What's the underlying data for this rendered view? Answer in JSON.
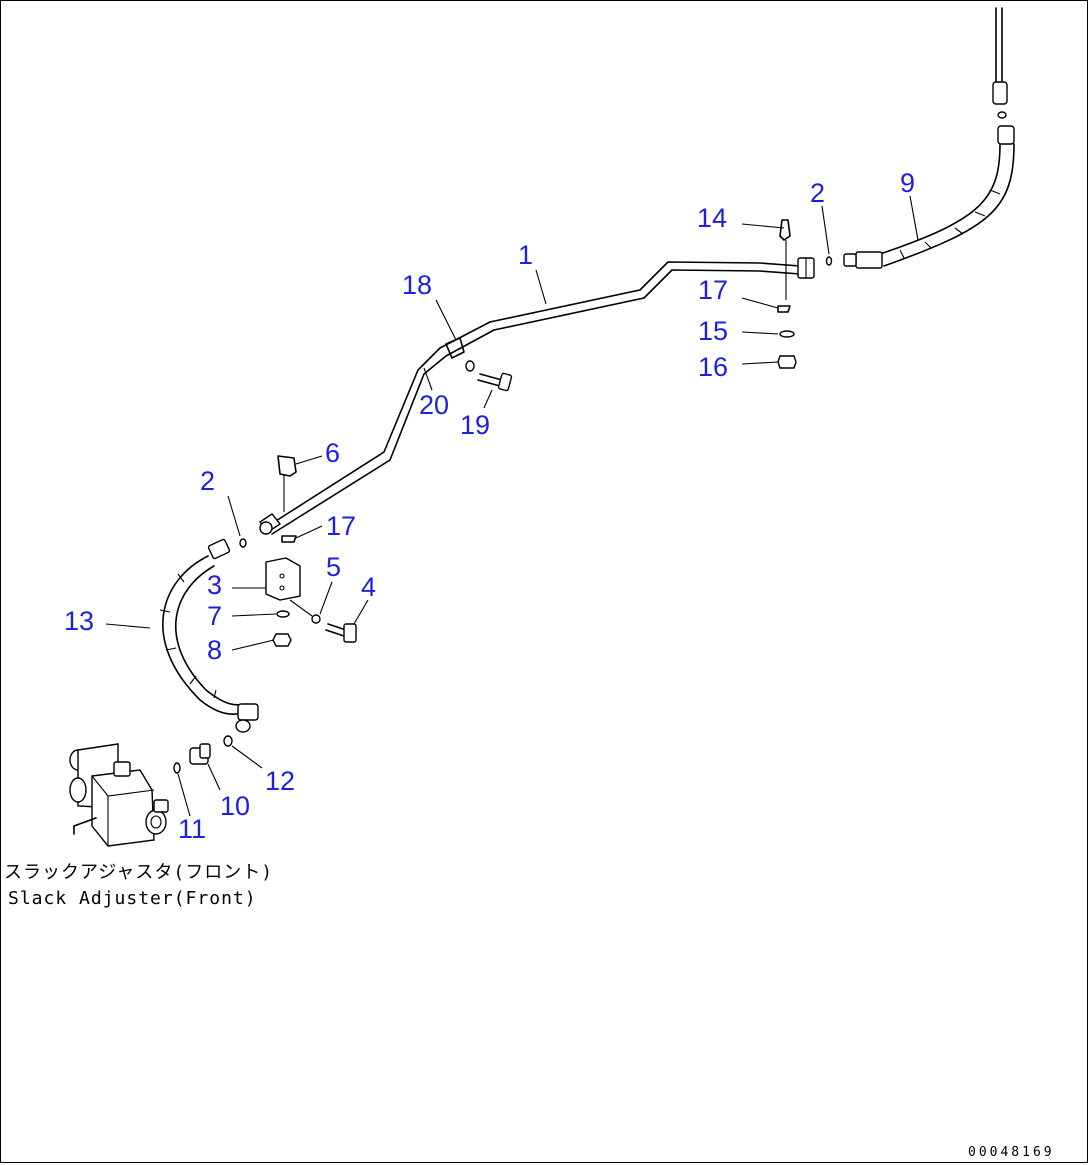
{
  "callouts": {
    "c1": "1",
    "c2a": "2",
    "c2b": "2",
    "c3": "3",
    "c4": "4",
    "c5": "5",
    "c6": "6",
    "c7": "7",
    "c8": "8",
    "c9": "9",
    "c10": "10",
    "c11": "11",
    "c12": "12",
    "c13": "13",
    "c14": "14",
    "c15": "15",
    "c16": "16",
    "c17a": "17",
    "c17b": "17",
    "c18": "18",
    "c19": "19",
    "c20": "20"
  },
  "caption": {
    "japanese": "スラックアジャスタ(フロント)",
    "english": "Slack Adjuster(Front)"
  },
  "drawing_number": "00048169",
  "colors": {
    "callout": "#1f1fe0",
    "line": "#000000",
    "background": "#ffffff"
  }
}
